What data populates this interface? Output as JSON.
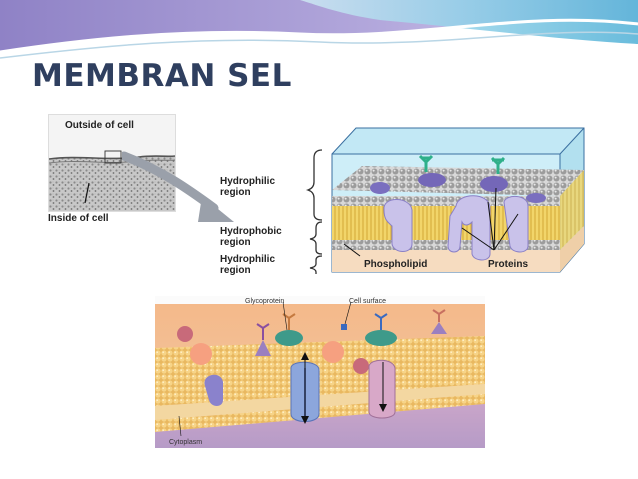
{
  "slide": {
    "title": "MEMBRAN SEL",
    "colors": {
      "title": "#2f3f5f",
      "accent_wave": "#6bb8d8",
      "accent_purple": "#9a8ccc"
    }
  },
  "micrograph": {
    "outside_label": "Outside of cell",
    "inside_label": "Inside of cell"
  },
  "bilayer_diagram": {
    "hydrophilic_top": [
      "Hydrophilic",
      "region"
    ],
    "hydrophobic": [
      "Hydrophobic",
      "region"
    ],
    "hydrophilic_bottom": [
      "Hydrophilic",
      "region"
    ],
    "phospholipid_label": "Phospholipid",
    "proteins_label": "Proteins"
  },
  "fluid_mosaic": {
    "glycoprotein_label": "Glycoprotein",
    "cell_surface_label": "Cell surface",
    "cytoplasm_label": "Cytoplasm"
  }
}
